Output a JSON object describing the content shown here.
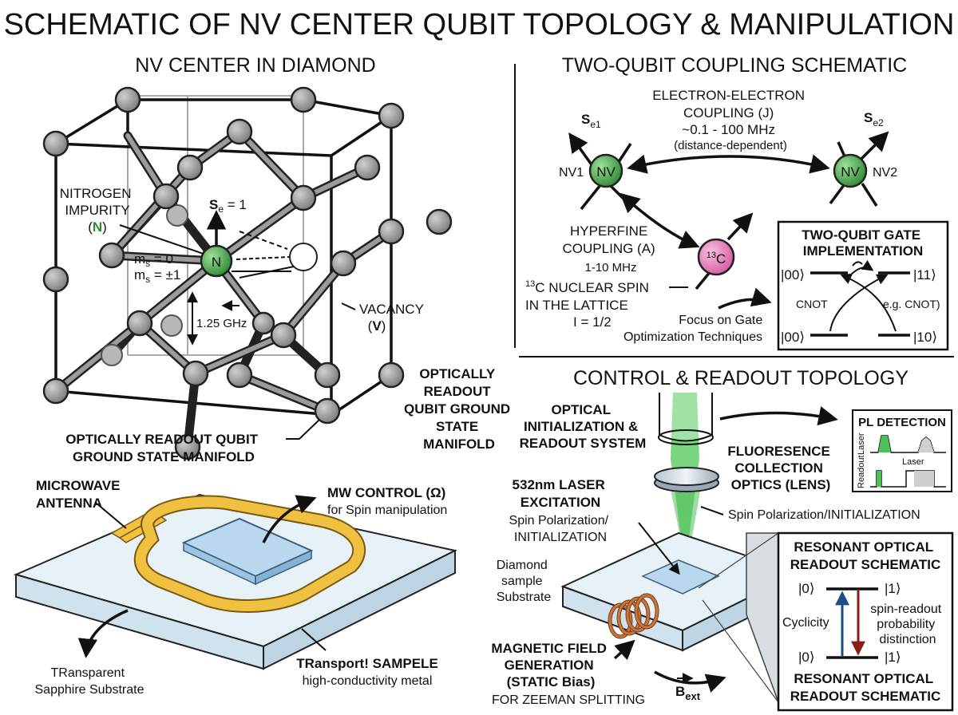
{
  "title": "SCHEMATIC OF NV CENTER QUBIT TOPOLOGY & MANIPULATION",
  "nv_section": {
    "heading": "NV CENTER IN DIAMOND",
    "nitrogen_label": [
      "NITROGEN",
      "IMPURITY"
    ],
    "nitrogen_symbol": "N",
    "nitrogen_atom": "N",
    "spin_label": "S",
    "spin_sub": "e",
    "spin_value": " = 1",
    "ms0_main": "m",
    "ms0_sub": "s",
    "ms0_value": " = 0",
    "ms1_main": "m",
    "ms1_sub": "s",
    "ms1_value": " = ±1",
    "splitting": "1.25 GHz",
    "vacancy_label": "VACANCY",
    "vacancy_symbol": "V",
    "ground_state_left": [
      "OPTICALLY READOUT QUBIT",
      "GROUND STATE MANIFOLD"
    ],
    "ground_state_right": [
      "OPTICALLY",
      "READOUT",
      "QUBIT GROUND",
      "STATE",
      "MANIFOLD"
    ]
  },
  "microwave": {
    "antenna_label": [
      "MICROWAVE",
      "ANTENNA"
    ],
    "mw_control_bold": "MW CONTROL (Ω)",
    "mw_control_text": "for Spin manipulation",
    "substrate_left": [
      "TRansparent",
      "Sapphire Substrate"
    ],
    "substrate_right_bold": "TRansport! SAMPELE",
    "substrate_right_text": "high-conductivity metal"
  },
  "coupling": {
    "heading": "TWO-QUBIT COUPLING SCHEMATIC",
    "ee_coupling": [
      "ELECTRON-ELECTRON",
      "COUPLING (J)",
      "~0.1 - 100 MHz",
      "(distance-dependent)"
    ],
    "se1_main": "S",
    "se1_sub": "e1",
    "se2_main": "S",
    "se2_sub": "e2",
    "nv1_name": "NV1",
    "nv2_name": "NV2",
    "nv_atom": "NV",
    "hyperfine": [
      "HYPERFINE",
      "COUPLING (A)",
      "1-10 MHz"
    ],
    "c13_sup": "13",
    "c13_main": "C",
    "nuclear_sup": "13",
    "nuclear": [
      "C NUCLEAR SPIN",
      "IN THE LATTICE",
      "I = 1/2"
    ],
    "focus": [
      "Focus on Gate",
      "Optimization Techniques"
    ]
  },
  "gate": {
    "title": [
      "TWO-QUBIT GATE",
      "IMPLEMENTATION"
    ],
    "s00_top": "|00⟩",
    "s11": "|11⟩",
    "s00_bot": "|00⟩",
    "s10": "|10⟩",
    "cnot_left": "CNOT",
    "cnot_right": "e.g. CNOT)"
  },
  "control": {
    "heading": "CONTROL & READOUT TOPOLOGY",
    "optical_system": [
      "OPTICAL",
      "INITIALIZATION &",
      "READOUT SYSTEM"
    ],
    "fluorescence": [
      "FLUORESENCE",
      "COLLECTION",
      "OPTICS (LENS)"
    ],
    "spin_pol_right": "Spin Polarization/INITIALIZATION",
    "laser": [
      "532nm LASER",
      "EXCITATION"
    ],
    "laser_sub": [
      "Spin Polarization/",
      "INITIALIZATION"
    ],
    "diamond_sample": [
      "Diamond",
      "sample",
      "Substrate"
    ],
    "magnetic": [
      "MAGNETIC FIELD",
      "GENERATION",
      "(STATIC Bias)"
    ],
    "zeeman": "FOR ZEEMAN SPLITTING",
    "bext_main": "B",
    "bext_sub": "ext"
  },
  "pl_detection": {
    "title": "PL DETECTION",
    "laser_axis": "Laser",
    "readout_axis": "Readout",
    "laser_label": "Laser"
  },
  "resonant": {
    "title_top": [
      "RESONANT OPTICAL",
      "READOUT SCHEMATIC"
    ],
    "s0_top": "|0⟩",
    "s1_top": "|1⟩",
    "s0_bot": "|0⟩",
    "s1_bot": "|1⟩",
    "cyclicity": "Cyclicity",
    "spin_readout": [
      "spin-readout",
      "probability",
      "distinction"
    ],
    "title_bottom": [
      "RESONANT OPTICAL",
      "READOUT SCHEMATIC"
    ]
  },
  "colors": {
    "nv_green": "#3e9a3e",
    "carbon_pink": "#e77ab8",
    "gold": "#f0c040",
    "substrate_blue": "#dcecf6",
    "laser_green": "#52c257",
    "arrow_blue": "#1d4f86",
    "arrow_red": "#8b1c1c",
    "copper": "#c8753c"
  }
}
